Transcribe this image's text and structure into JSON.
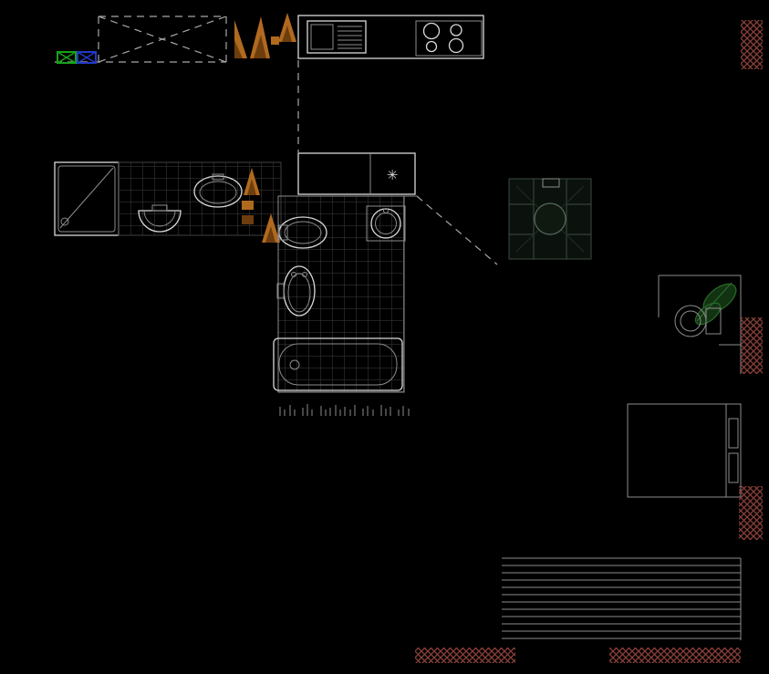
{
  "background": "#000000",
  "colors": {
    "bg": "#000000",
    "line": "#d9d9d9",
    "dim": "#8c8c8c",
    "grid": "#3f3f3f",
    "dash": "#a6a6a6",
    "wood": "#b06a1e",
    "wood_dark": "#6e3d0e",
    "brick": "#8a4038",
    "green": "#17a317",
    "blue": "#2438c8",
    "plant": "#2a6a2a",
    "plant_dark": "#123312",
    "darksym": "#3c4a41",
    "darksym_fill": "#0b120d"
  },
  "symbols": {
    "fan_marker": "✳"
  },
  "fixtures": [
    "void-opening",
    "green-marker",
    "blue-marker",
    "wood-section-symbols",
    "kitchen-sink",
    "cooktop",
    "fan-box",
    "washing-machine",
    "tiled-floor",
    "wash-basin",
    "wall-basin",
    "toilet",
    "round-basin",
    "oval-basin",
    "bathtub",
    "dimension-ticks",
    "decor-column",
    "plant",
    "toilet-room",
    "cabinet",
    "stairs",
    "brick-wall-hatch"
  ]
}
